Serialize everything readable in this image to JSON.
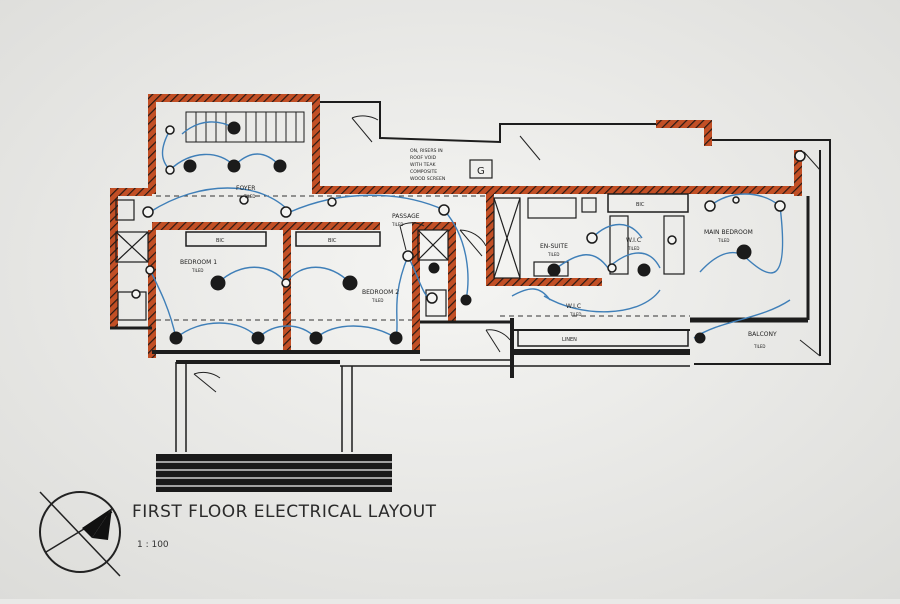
{
  "drawing": {
    "title": "FIRST FLOOR ELECTRICAL LAYOUT",
    "scale": "1 : 100"
  },
  "rooms": {
    "foyer": "FOYER",
    "passage": "PASSAGE",
    "bedroom1": "BEDROOM 1",
    "bedroom2": "BEDROOM 2",
    "ensuite": "EN-SUITE",
    "wc": "W.I.C",
    "main_bedroom": "MAIN BEDROOM",
    "balcony": "BALCONY",
    "wlc": "W.I.C",
    "tiled": "TILED"
  },
  "notes": {
    "void_note": [
      "ON, RISERS IN",
      "ROOF VOID",
      "WITH TEAK",
      "COMPOSITE",
      "WOOD SCREEN"
    ],
    "marker": "G"
  },
  "colors": {
    "wall_hatch": "#b5451e",
    "wall_dark": "#2a1a14",
    "wiring": "#3f7fb8",
    "paper": "#f4f4f2",
    "ink": "#1d1d1d"
  }
}
